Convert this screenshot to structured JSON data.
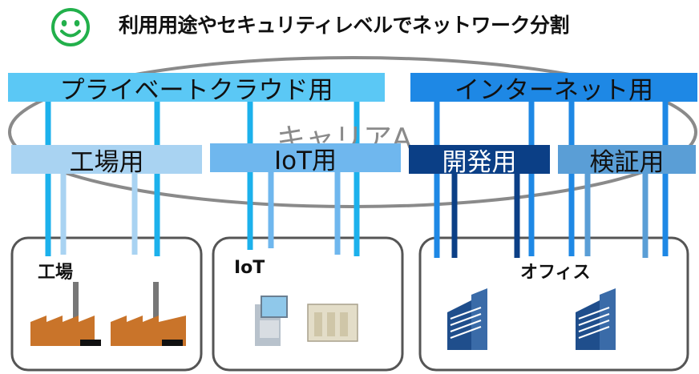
{
  "title": "利用用途やセキュリティレベルでネットワーク分割",
  "title_icon": "smiley-face-icon",
  "carrier_label": "キャリアA",
  "top_bands": [
    {
      "label": "プライベートクラウド用",
      "color": "#5bc8f5"
    },
    {
      "label": "インターネット用",
      "color": "#1e88e5"
    }
  ],
  "lower_bands": [
    {
      "label": "工場用",
      "color": "#a9d3f2"
    },
    {
      "label": "IoT用",
      "color": "#6fb7ee"
    },
    {
      "label": "開発用",
      "color": "#0b3f86"
    },
    {
      "label": "検証用",
      "color": "#5a9ed6"
    }
  ],
  "sites": [
    {
      "label": "工場",
      "icon": "factory-icon"
    },
    {
      "label": "IoT",
      "icon": "iot-device-icon"
    },
    {
      "label": "オフィス",
      "icon": "office-building-icon"
    }
  ],
  "colors": {
    "smiley": "#22b04b",
    "ellipse": "#8a8a8a",
    "box_border": "#555555",
    "factory": "#c9742a",
    "building": "#1f4e8c"
  }
}
